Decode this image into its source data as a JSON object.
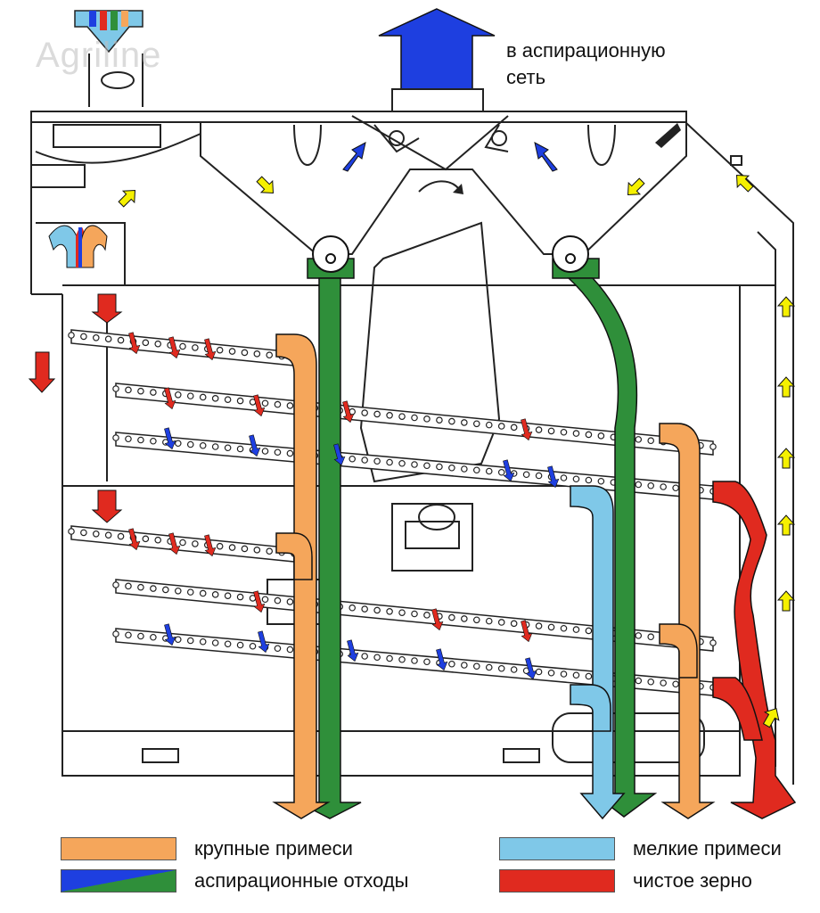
{
  "watermark": "Agriline",
  "outlet_label_line1": "в аспирационную",
  "outlet_label_line2": "сеть",
  "colors": {
    "coarse": "#F5A65B",
    "fine": "#7FC8E8",
    "aspiration_blue": "#1E3FE0",
    "aspiration_green": "#2F8F3A",
    "clean": "#E02A1F",
    "yellow": "#F5F000",
    "line": "#222222"
  },
  "legend": [
    {
      "id": "coarse",
      "text": "крупные примеси",
      "swatch": "coarse"
    },
    {
      "id": "fine",
      "text": "мелкие примеси",
      "swatch": "fine"
    },
    {
      "id": "aspiration",
      "text": "аспирационные отходы",
      "swatch": "aspiration"
    },
    {
      "id": "clean",
      "text": "чистое зерно",
      "swatch": "clean"
    }
  ]
}
